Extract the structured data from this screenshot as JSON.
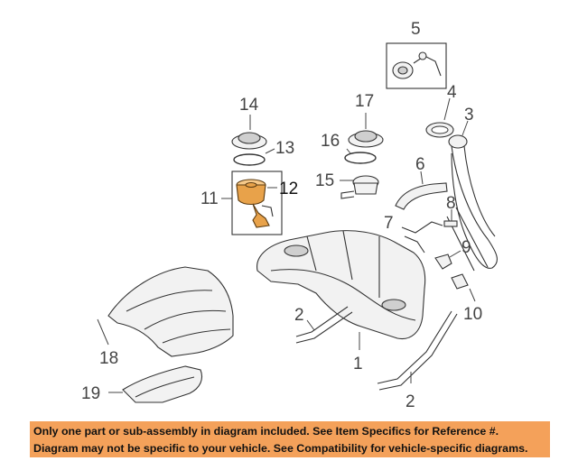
{
  "callouts": {
    "c1": "1",
    "c2a": "2",
    "c2b": "2",
    "c3": "3",
    "c4": "4",
    "c5": "5",
    "c6": "6",
    "c7": "7",
    "c8": "8",
    "c9": "9",
    "c10": "10",
    "c11": "11",
    "c12": "12",
    "c13": "13",
    "c14": "14",
    "c15": "15",
    "c16": "16",
    "c17": "17",
    "c18": "18",
    "c19": "19"
  },
  "highlight_color": "#e8a24a",
  "banner_color": "#f4a15a",
  "disclaimer": {
    "line1": "Only one part or sub-assembly in diagram included. See Item Specifics for Reference #.",
    "line2": "Diagram may not be specific to your vehicle. See Compatibility for vehicle-specific diagrams."
  }
}
